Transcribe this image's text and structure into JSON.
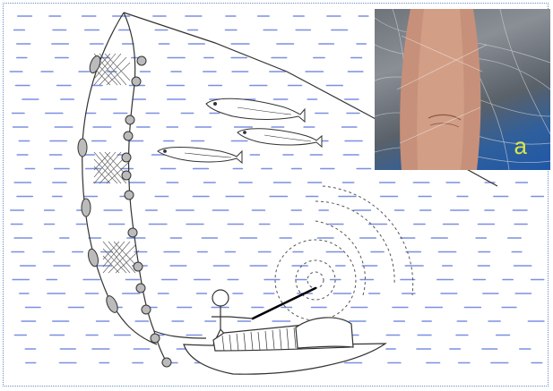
{
  "figure": {
    "inset_label": "a",
    "colors": {
      "water_dash": "#7b8fe0",
      "line": "#000000",
      "net_mesh": "#555555",
      "inset_label": "#d8e64a"
    },
    "elements": {
      "fish_count": 3,
      "net_floats_count": 5,
      "net_sinkers_count": 13
    }
  }
}
